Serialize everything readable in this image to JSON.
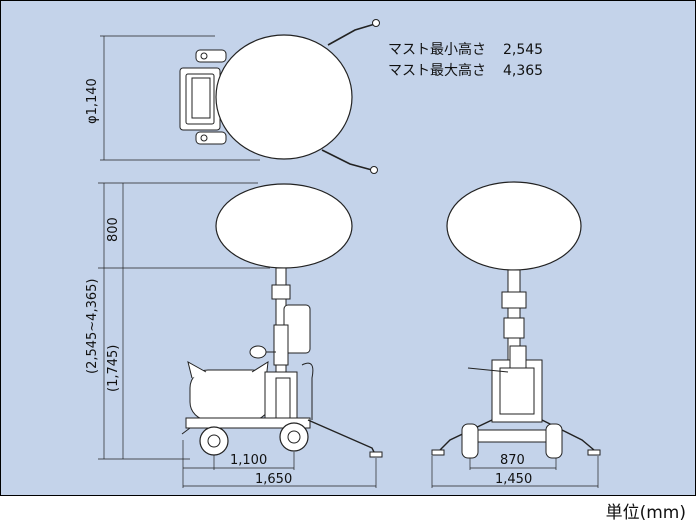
{
  "specs": {
    "mast_min_label": "マスト最小高さ",
    "mast_min_value": "2,545",
    "mast_max_label": "マスト最大高さ",
    "mast_max_value": "4,365"
  },
  "dimensions": {
    "diameter": "φ1,140",
    "balloon_height": "800",
    "total_height_range": "(2,545~4,365)",
    "mast_base_height": "(1,745)",
    "side_wheelbase": "1,100",
    "side_length": "1,650",
    "front_track": "870",
    "front_width": "1,450"
  },
  "unit_label": "単位(mm)"
}
